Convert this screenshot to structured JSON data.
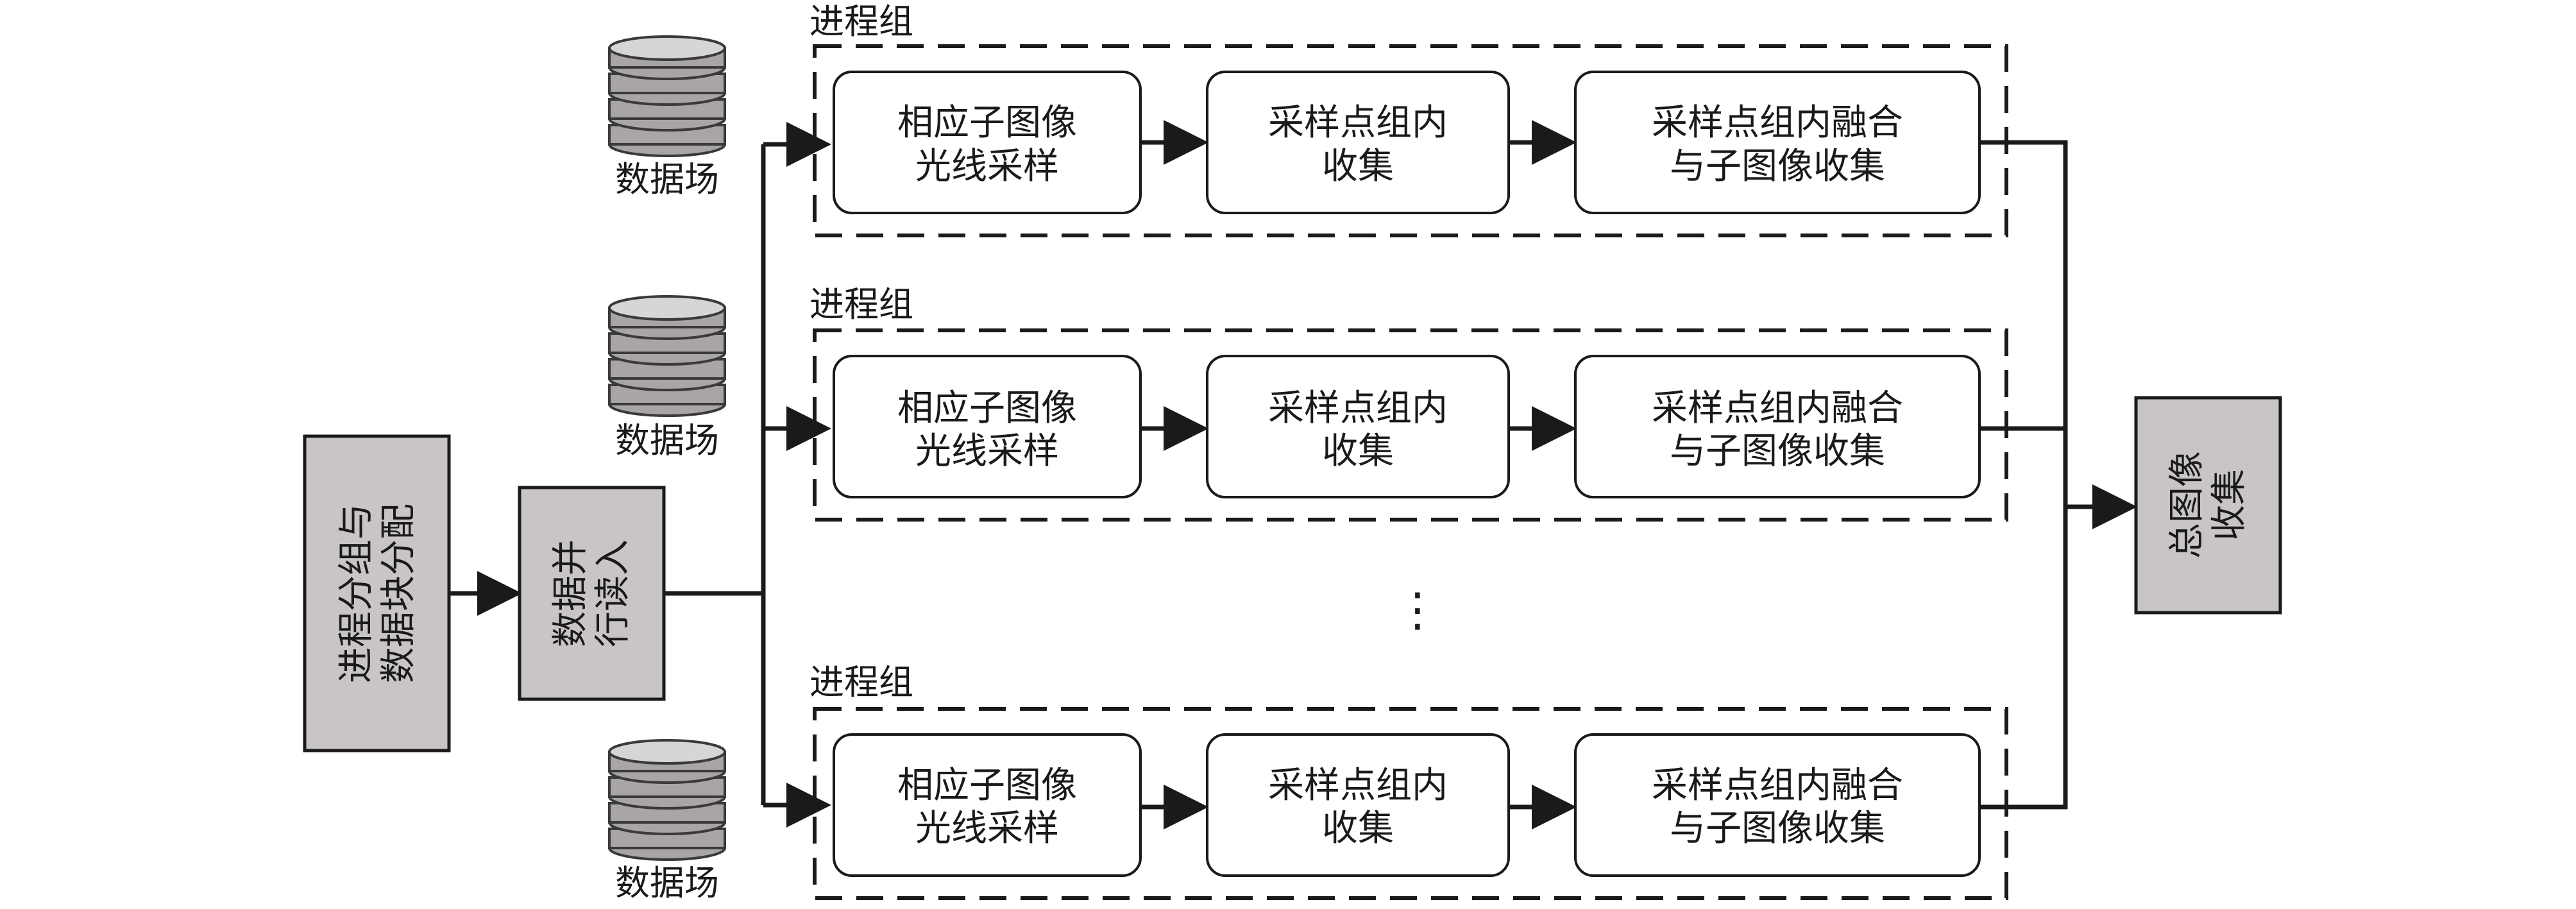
{
  "diagram": {
    "allocation_box": {
      "lines": [
        "进程分组与",
        "数据块分配"
      ]
    },
    "read_box": {
      "lines": [
        "数据并",
        "行读入"
      ]
    },
    "output_box": {
      "lines": [
        "总图像",
        "收集"
      ]
    },
    "data_field_label": "数据场",
    "ellipsis": "⋮",
    "groups": [
      {
        "label": "进程组",
        "steps": [
          {
            "lines": [
              "相应子图像",
              "光线采样"
            ]
          },
          {
            "lines": [
              "采样点组内",
              "收集"
            ]
          },
          {
            "lines": [
              "采样点组内融合",
              "与子图像收集"
            ]
          }
        ]
      },
      {
        "label": "进程组",
        "steps": [
          {
            "lines": [
              "相应子图像",
              "光线采样"
            ]
          },
          {
            "lines": [
              "采样点组内",
              "收集"
            ]
          },
          {
            "lines": [
              "采样点组内融合",
              "与子图像收集"
            ]
          }
        ]
      },
      {
        "label": "进程组",
        "steps": [
          {
            "lines": [
              "相应子图像",
              "光线采样"
            ]
          },
          {
            "lines": [
              "采样点组内",
              "收集"
            ]
          },
          {
            "lines": [
              "采样点组内融合",
              "与子图像收集"
            ]
          }
        ]
      }
    ],
    "colors": {
      "box_gray": "#c9c5c6",
      "line": "#1a1a1a",
      "db_gray": "#a9a5a6"
    }
  }
}
